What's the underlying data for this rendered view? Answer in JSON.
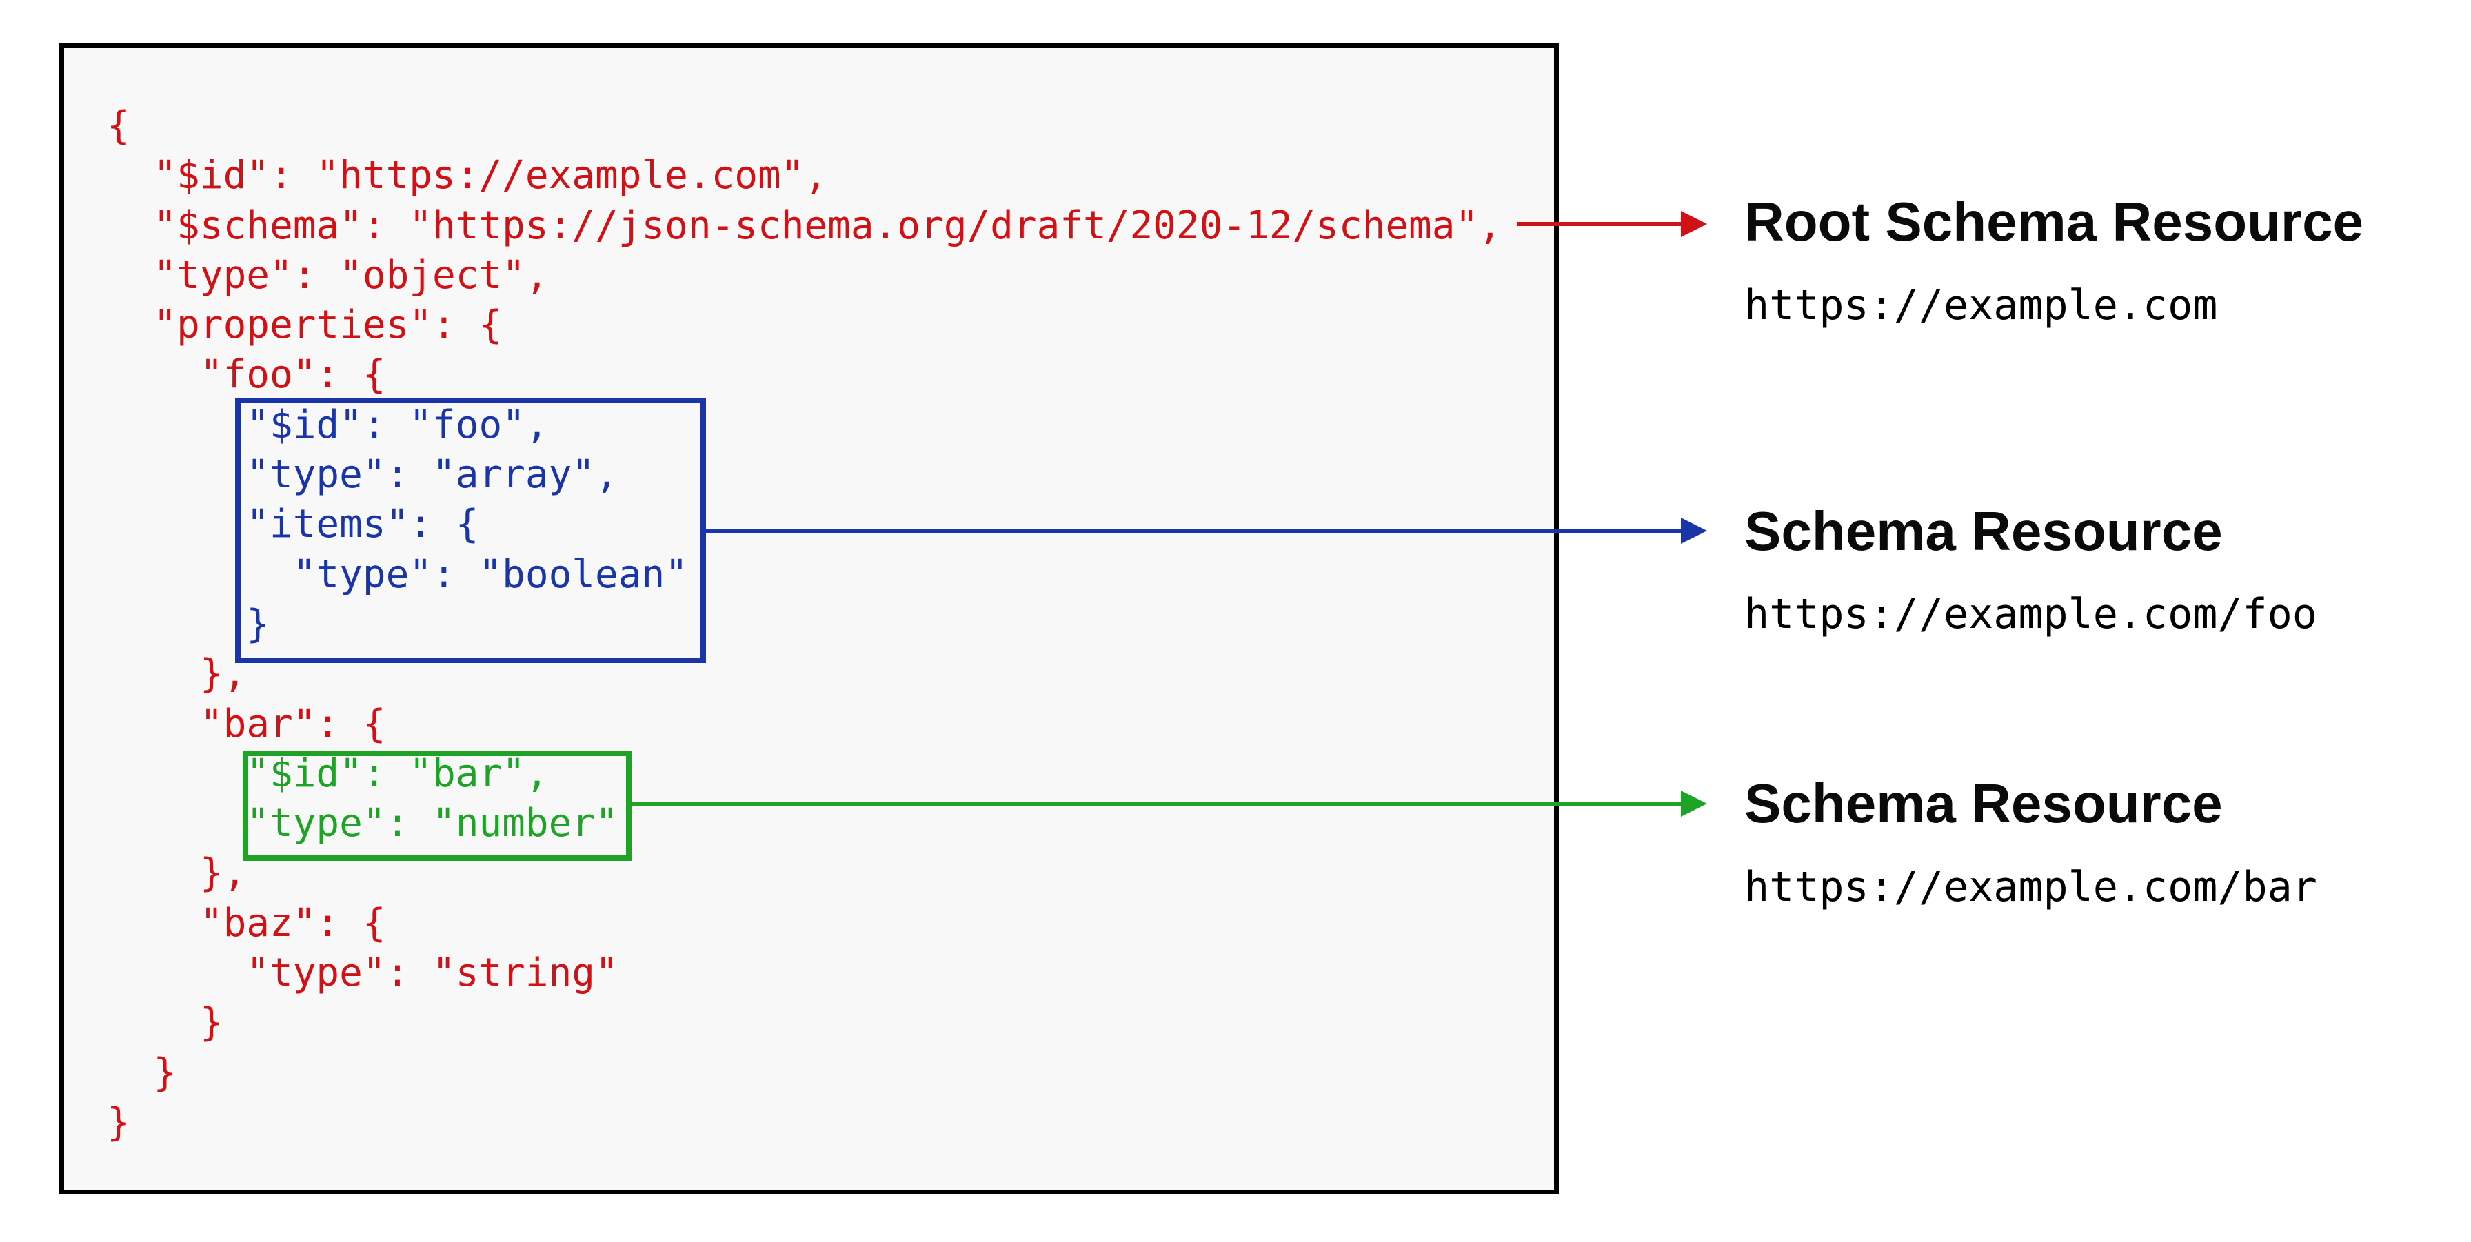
{
  "colors": {
    "red": "#d01216",
    "blue": "#1a35a8",
    "green": "#1fa327",
    "box_border": "#000000",
    "box_background": "#f8f8f8",
    "label_text": "#0a0a0a",
    "url_text": "#000000"
  },
  "code": {
    "language": "json",
    "lines": [
      {
        "text": "{",
        "color": "red"
      },
      {
        "text": "  \"$id\": \"https://example.com\",",
        "color": "red"
      },
      {
        "text": "  \"$schema\": \"https://json-schema.org/draft/2020-12/schema\",",
        "color": "red"
      },
      {
        "text": "  \"type\": \"object\",",
        "color": "red"
      },
      {
        "text": "  \"properties\": {",
        "color": "red"
      },
      {
        "text": "    \"foo\": {",
        "color": "red"
      },
      {
        "text": "      \"$id\": \"foo\",",
        "color": "blue"
      },
      {
        "text": "      \"type\": \"array\",",
        "color": "blue"
      },
      {
        "text": "      \"items\": {",
        "color": "blue"
      },
      {
        "text": "        \"type\": \"boolean\"",
        "color": "blue"
      },
      {
        "text": "      }",
        "color": "blue"
      },
      {
        "text": "    },",
        "color": "red"
      },
      {
        "text": "    \"bar\": {",
        "color": "red"
      },
      {
        "text": "      \"$id\": \"bar\",",
        "color": "green"
      },
      {
        "text": "      \"type\": \"number\"",
        "color": "green"
      },
      {
        "text": "    },",
        "color": "red"
      },
      {
        "text": "    \"baz\": {",
        "color": "red"
      },
      {
        "text": "      \"type\": \"string\"",
        "color": "red"
      },
      {
        "text": "    }",
        "color": "red"
      },
      {
        "text": "  }",
        "color": "red"
      },
      {
        "text": "}",
        "color": "red"
      }
    ]
  },
  "annotations": [
    {
      "title": "Root Schema Resource",
      "url": "https://example.com",
      "arrow_color": "red"
    },
    {
      "title": "Schema Resource",
      "url": "https://example.com/foo",
      "arrow_color": "blue"
    },
    {
      "title": "Schema Resource",
      "url": "https://example.com/bar",
      "arrow_color": "green"
    }
  ]
}
